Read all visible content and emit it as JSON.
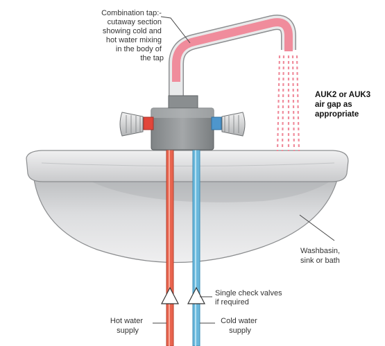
{
  "labels": {
    "tap": [
      "Combination tap:-",
      "cutaway section",
      "showing cold and",
      "hot water mixing",
      "in the body of",
      "the tap"
    ],
    "air_gap": [
      "AUK2 or AUK3",
      "air gap as",
      "appropriate"
    ],
    "washbasin": [
      "Washbasin,",
      "sink or bath"
    ],
    "check_valves": [
      "Single check valves",
      "if required"
    ],
    "hot_supply": [
      "Hot water",
      "supply"
    ],
    "cold_supply": [
      "Cold water",
      "supply"
    ]
  },
  "colors": {
    "hot_pipe": "#e8644e",
    "cold_pipe": "#6ab8dc",
    "water_pink": "#f08c9c",
    "basin_light": "#e4e5e6",
    "basin_dark": "#a9abad",
    "tap_body": "#8e9294"
  }
}
